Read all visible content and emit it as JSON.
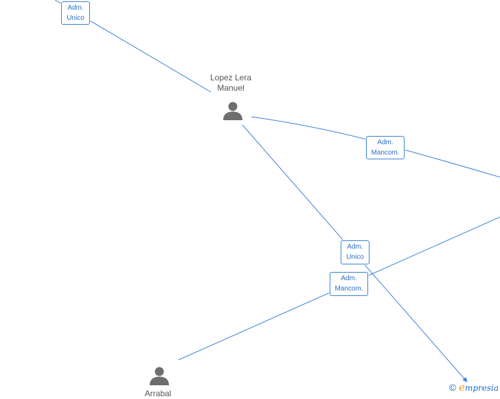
{
  "people": [
    {
      "id": "lopez",
      "name_line1": "Lopez Lera",
      "name_line2": "Manuel"
    },
    {
      "id": "arrabal",
      "name_line1": "Arrabal",
      "name_line2": ""
    }
  ],
  "roles": [
    {
      "id": "r1",
      "line1": "Adm.",
      "line2": "Unico"
    },
    {
      "id": "r2",
      "line1": "Adm.",
      "line2": "Mancom."
    },
    {
      "id": "r3",
      "line1": "Adm.",
      "line2": "Unico"
    },
    {
      "id": "r4",
      "line1": "Adm.",
      "line2": "Mancom."
    }
  ],
  "footer": {
    "copyright": "©",
    "brand_e": "e",
    "brand_rest": "mpresia"
  },
  "colors": {
    "edge": "#3b7fd6",
    "role_text": "#2c6fc8",
    "person": "#6e6e6e",
    "brand_accent": "#f39a1e"
  }
}
